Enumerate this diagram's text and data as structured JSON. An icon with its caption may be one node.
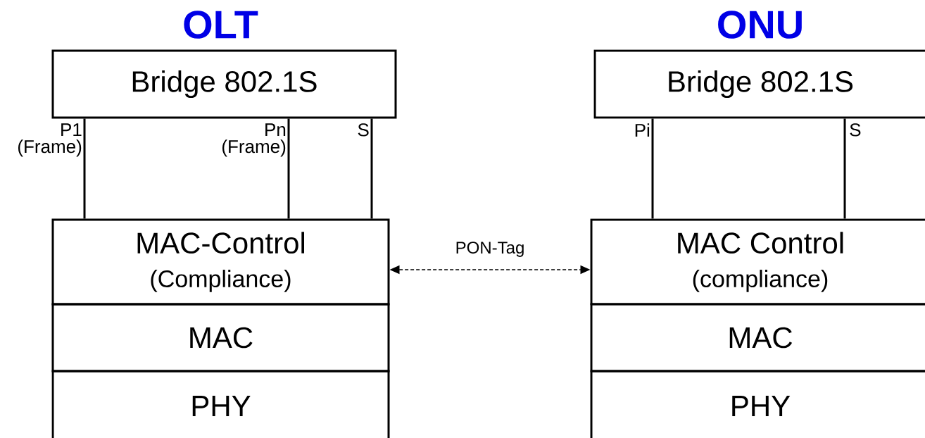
{
  "diagram": {
    "nodes": [
      {
        "text": [
          "Bridge 802.1S"
        ]
      },
      {
        "text": [
          "MAC-Control",
          "(Compliance)"
        ]
      },
      {
        "text": [
          "MAC"
        ]
      },
      {
        "text": [
          "PHY"
        ]
      },
      {
        "text": [
          "Bridge 802.1S"
        ]
      },
      {
        "text": [
          "MAC Control",
          "(compliance)"
        ]
      },
      {
        "text": [
          "MAC"
        ]
      },
      {
        "text": [
          "PHY"
        ]
      }
    ],
    "edges": [
      {
        "from": 0,
        "to": 1,
        "arrow": "none",
        "label": "P1 (Frame)"
      },
      {
        "from": 0,
        "to": 1,
        "arrow": "none",
        "label": "Pn (Frame)"
      },
      {
        "from": 0,
        "to": 1,
        "arrow": "none",
        "label": "S"
      },
      {
        "from": 4,
        "to": 5,
        "arrow": "none",
        "label": "Pi"
      },
      {
        "from": 4,
        "to": 5,
        "arrow": "none",
        "label": "S"
      },
      {
        "from": 1,
        "to": 5,
        "arrow": "both",
        "style": "dashed",
        "label": "PON-Tag"
      }
    ],
    "labels": [
      "OLT",
      "ONU"
    ]
  }
}
